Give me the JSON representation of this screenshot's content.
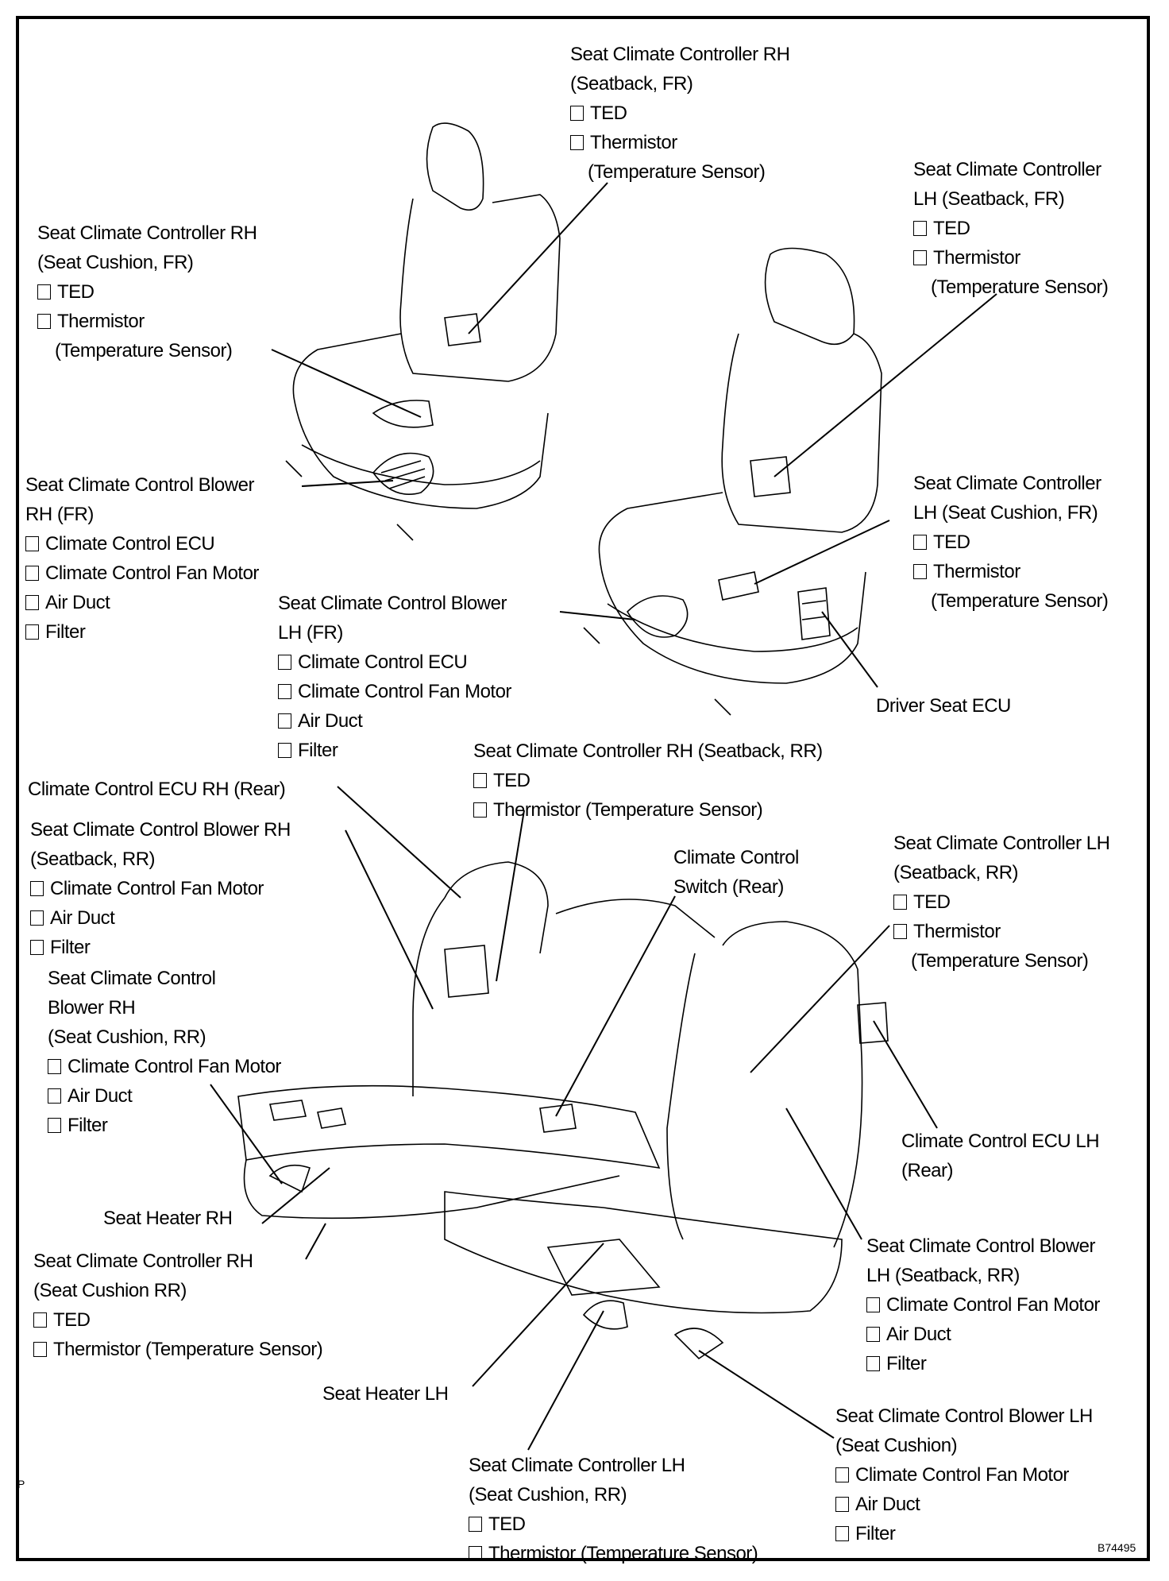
{
  "diagram": {
    "figure_code": "B74495",
    "corner_mark": "P",
    "callouts": [
      {
        "id": "sccrh_seatback_fr",
        "title": [
          "Seat Climate Controller RH",
          "(Seatback, FR)"
        ],
        "items": [
          "TED",
          "Thermistor"
        ],
        "sub": "(Temperature Sensor)"
      },
      {
        "id": "sccrh_cushion_fr",
        "title": [
          "Seat Climate Controller RH",
          "(Seat Cushion, FR)"
        ],
        "items": [
          "TED",
          "Thermistor"
        ],
        "sub": "(Temperature Sensor)"
      },
      {
        "id": "scclh_seatback_fr",
        "title": [
          "Seat Climate Controller",
          "LH (Seatback, FR)"
        ],
        "items": [
          "TED",
          "Thermistor"
        ],
        "sub": "(Temperature Sensor)"
      },
      {
        "id": "sccb_rh_fr",
        "title": [
          "Seat Climate Control Blower",
          "RH (FR)"
        ],
        "items": [
          "Climate Control ECU",
          "Climate Control Fan Motor",
          "Air Duct",
          "Filter"
        ]
      },
      {
        "id": "scclh_cushion_fr",
        "title": [
          "Seat Climate Controller",
          "LH (Seat Cushion, FR)"
        ],
        "items": [
          "TED",
          "Thermistor"
        ],
        "sub": "(Temperature Sensor)"
      },
      {
        "id": "sccb_lh_fr",
        "title": [
          "Seat Climate Control Blower",
          "LH (FR)"
        ],
        "items": [
          "Climate Control ECU",
          "Climate Control Fan Motor",
          "Air Duct",
          "Filter"
        ]
      },
      {
        "id": "driver_seat_ecu",
        "title": [
          "Driver Seat ECU"
        ],
        "items": []
      },
      {
        "id": "sccrh_seatback_rr",
        "title": [
          "Seat Climate Controller RH (Seatback, RR)"
        ],
        "items": [
          "TED",
          "Thermistor (Temperature Sensor)"
        ]
      },
      {
        "id": "cc_ecu_rh_rear",
        "title": [
          "Climate Control ECU RH (Rear)"
        ],
        "items": []
      },
      {
        "id": "sccb_rh_seatback_rr",
        "title": [
          "Seat Climate Control Blower RH",
          "(Seatback, RR)"
        ],
        "items": [
          "Climate Control Fan Motor",
          "Air Duct",
          "Filter"
        ]
      },
      {
        "id": "cc_switch_rear",
        "title": [
          "Climate Control",
          "Switch (Rear)"
        ],
        "items": []
      },
      {
        "id": "scclh_seatback_rr",
        "title": [
          "Seat Climate Controller LH",
          "(Seatback, RR)"
        ],
        "items": [
          "TED",
          "Thermistor"
        ],
        "sub": "(Temperature Sensor)"
      },
      {
        "id": "sccb_rh_cushion_rr",
        "title": [
          "Seat Climate Control",
          "Blower RH",
          "(Seat Cushion, RR)"
        ],
        "items": [
          "Climate Control Fan Motor",
          "Air Duct",
          "Filter"
        ]
      },
      {
        "id": "cc_ecu_lh_rear",
        "title": [
          "Climate Control ECU LH",
          "(Rear)"
        ],
        "items": []
      },
      {
        "id": "seat_heater_rh",
        "title": [
          "Seat Heater RH"
        ],
        "items": []
      },
      {
        "id": "sccrh_cushion_rr",
        "title": [
          "Seat Climate Controller RH",
          "(Seat Cushion RR)"
        ],
        "items": [
          "TED",
          "Thermistor (Temperature Sensor)"
        ]
      },
      {
        "id": "sccb_lh_seatback_rr",
        "title": [
          "Seat Climate Control Blower",
          "LH (Seatback, RR)"
        ],
        "items": [
          "Climate Control Fan Motor",
          "Air Duct",
          "Filter"
        ]
      },
      {
        "id": "seat_heater_lh",
        "title": [
          "Seat Heater LH"
        ],
        "items": []
      },
      {
        "id": "sccb_lh_cushion",
        "title": [
          "Seat Climate Control Blower LH",
          "(Seat Cushion)"
        ],
        "items": [
          "Climate Control Fan Motor",
          "Air Duct",
          "Filter"
        ]
      },
      {
        "id": "scclh_cushion_rr",
        "title": [
          "Seat Climate Controller LH",
          "(Seat Cushion, RR)"
        ],
        "items": [
          "TED",
          "Thermistor (Temperature Sensor)"
        ]
      }
    ]
  }
}
